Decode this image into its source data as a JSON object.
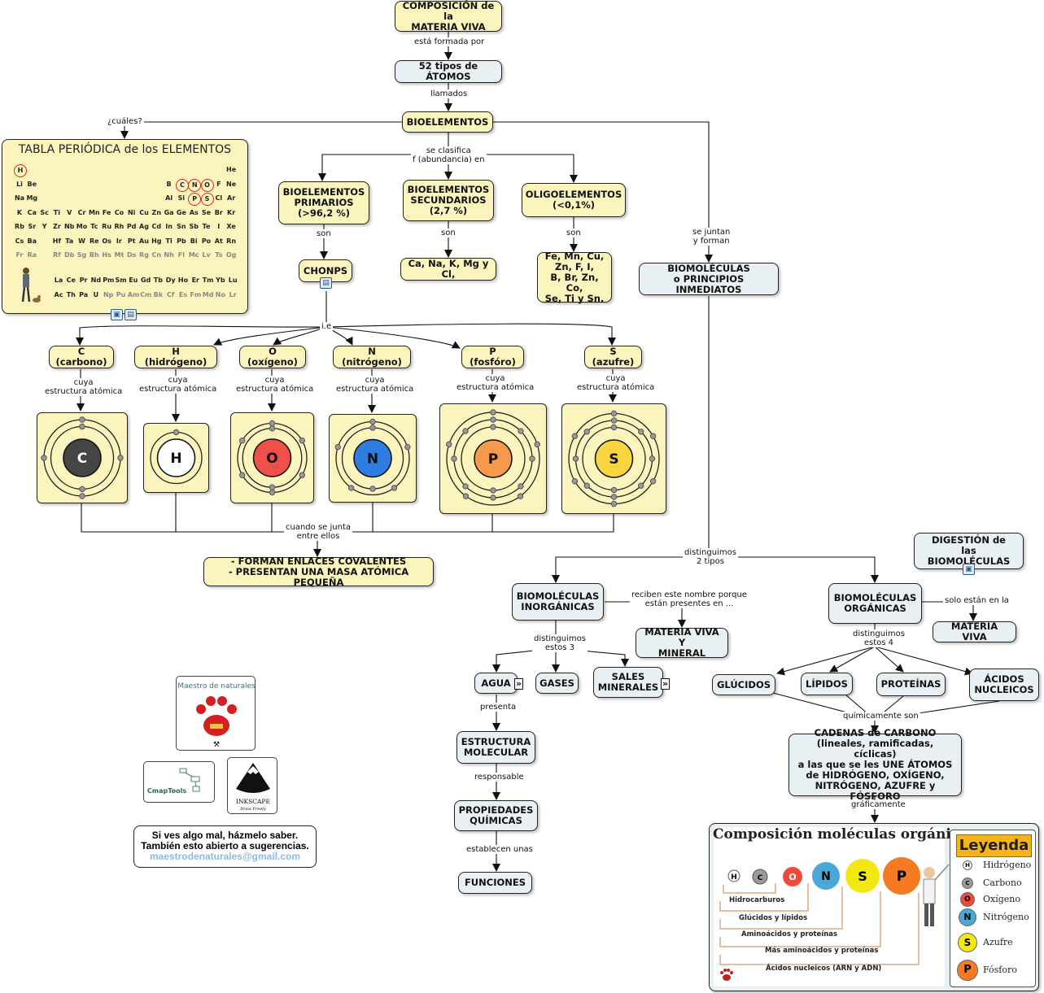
{
  "nodes": {
    "composicion": "COMPOSICIÓN de la\nMATERIA VIVA",
    "atomos": "52 tipos de ÁTOMOS",
    "bioelementos": "BIOELEMENTOS",
    "primarios": "BIOELEMENTOS\nPRIMARIOS\n(>96,2 %)",
    "secundarios": "BIOELEMENTOS\nSECUNDARIOS\n(2,7 %)",
    "oligo": "OLIGOELEMENTOS\n(<0,1%)",
    "chonps": "CHONPS",
    "secundarios_list": "Ca, Na, K, Mg y Cl,",
    "oligo_list": "Fe, Mn, Cu,\nZn, F, I,\nB, Br, Zn, Co,\nSe, Ti y Sn.",
    "biomoleculas": "BIOMOLÉCULAS\no PRINCIPIOS INMEDIATOS",
    "carbono": "C (carbono)",
    "hidrogeno": "H  (hidrógeno)",
    "oxigeno": "O (oxígeno)",
    "nitrogeno": "N (nitrógeno)",
    "fosforo": "P (fosfóro)",
    "azufre": "S (azufre)",
    "covalentes": "- FORMAN ENLACES COVALENTES\n- PRESENTAN UNA MASA ATÓMICA PEQUEÑA",
    "digestion": "DIGESTIÓN de\nlas BIOMOLÉCULAS",
    "inorganicas": "BIOMOLÉCULAS\nINORGÁNICAS",
    "organicas": "BIOMOLÉCULAS\nORGÁNICAS",
    "mv_mineral": "MATERIA VIVA Y\nMINERAL",
    "materia_viva": "MATERIA VIVA",
    "agua": "AGUA",
    "gases": "GASES",
    "sales": "SALES\nMINERALES",
    "estructura": "ESTRUCTURA\nMOLECULAR",
    "propiedades": "PROPIEDADES\nQUÍMICAS",
    "funciones": "FUNCIONES",
    "glucidos": "GLÚCIDOS",
    "lipidos": "LÍPIDOS",
    "proteinas": "PROTEÍNAS",
    "acidos": "ÁCIDOS\nNUCLEICOS",
    "cadenas": "CADENAS de CARBONO\n(lineales, ramificadas, cíclicas)\na las que se les UNE ÁTOMOS\nde HIDRÓGENO, OXÍGENO,\nNITRÓGENO, AZUFRE y FÓSFORO"
  },
  "labels": {
    "formada": "está formada por",
    "llamados": "llamados",
    "cuales": "¿cuáles?",
    "clasifica": "se clasifica\nf (abundancia) en",
    "son1": "son",
    "son2": "son",
    "son3": "son",
    "juntan": "se juntan\ny forman",
    "ie": "i.e",
    "cuya1": "cuya\nestructura atómica",
    "cuya2": "cuya\nestructura atómica",
    "cuya3": "cuya\nestructura atómica",
    "cuya4": "cuya\nestructura atómica",
    "cuya5": "cuya\nestructura atómica",
    "cuya6": "cuya\nestructura atómica",
    "junta": "cuando se junta\nentre ellos",
    "distinguimos2": "distinguimos\n2 tipos",
    "reciben": "reciben este nombre porque\nestán presentes en ...",
    "solo": "solo están en la",
    "dist3": "distinguimos\nestos  3",
    "dist4": "distinguimos\nestos 4",
    "presenta": "presenta",
    "responsable": "responsable",
    "establecen": "establecen unas",
    "quimicamente": "químicamente son",
    "graficamente": "gráficamente"
  },
  "atoms": [
    {
      "symbol": "C",
      "color": "#454545",
      "text_color": "#ffffff"
    },
    {
      "symbol": "H",
      "color": "#ffffff",
      "text_color": "#111111"
    },
    {
      "symbol": "O",
      "color": "#f0504a",
      "text_color": "#111111"
    },
    {
      "symbol": "N",
      "color": "#2f7de1",
      "text_color": "#111111"
    },
    {
      "symbol": "P",
      "color": "#f59a4a",
      "text_color": "#111111"
    },
    {
      "symbol": "S",
      "color": "#f8d43e",
      "text_color": "#111111"
    }
  ],
  "periodic_table": {
    "title": "TABLA PERIÓDICA de los ELEMENTOS",
    "rows": [
      [
        "H",
        "",
        "",
        "",
        "",
        "",
        "",
        "",
        "",
        "",
        "",
        "",
        "",
        "",
        "",
        "",
        "",
        "He"
      ],
      [
        "Li",
        "Be",
        "",
        "",
        "",
        "",
        "",
        "",
        "",
        "",
        "",
        "",
        "B",
        "C",
        "N",
        "O",
        "F",
        "Ne"
      ],
      [
        "Na",
        "Mg",
        "",
        "",
        "",
        "",
        "",
        "",
        "",
        "",
        "",
        "",
        "Al",
        "Si",
        "P",
        "S",
        "Cl",
        "Ar"
      ],
      [
        "K",
        "Ca",
        "Sc",
        "Ti",
        "V",
        "Cr",
        "Mn",
        "Fe",
        "Co",
        "Ni",
        "Cu",
        "Zn",
        "Ga",
        "Ge",
        "As",
        "Se",
        "Br",
        "Kr"
      ],
      [
        "Rb",
        "Sr",
        "Y",
        "Zr",
        "Nb",
        "Mo",
        "Tc",
        "Ru",
        "Rh",
        "Pd",
        "Ag",
        "Cd",
        "In",
        "Sn",
        "Sb",
        "Te",
        "I",
        "Xe"
      ],
      [
        "Cs",
        "Ba",
        "",
        "Hf",
        "Ta",
        "W",
        "Re",
        "Os",
        "Ir",
        "Pt",
        "Au",
        "Hg",
        "Tl",
        "Pb",
        "Bi",
        "Po",
        "At",
        "Rn"
      ],
      [
        "Fr",
        "Ra",
        "",
        "Rf",
        "Db",
        "Sg",
        "Bh",
        "Hs",
        "Mt",
        "Ds",
        "Rg",
        "Cn",
        "Nh",
        "Fl",
        "Mc",
        "Lv",
        "Ts",
        "Og"
      ]
    ],
    "lanthanides": [
      "La",
      "Ce",
      "Pr",
      "Nd",
      "Pm",
      "Sm",
      "Eu",
      "Gd",
      "Tb",
      "Dy",
      "Ho",
      "Er",
      "Tm",
      "Yb",
      "Lu"
    ],
    "actinides": [
      "Ac",
      "Th",
      "Pa",
      "U",
      "Np",
      "Pu",
      "Am",
      "Cm",
      "Bk",
      "Cf",
      "Es",
      "Fm",
      "Md",
      "No",
      "Lr"
    ]
  },
  "composition": {
    "title": "Composición moléculas orgánicas",
    "legend_title": "Leyenda",
    "legend": [
      {
        "symbol": "H",
        "name": "Hidrógeno",
        "color": "#ffffff"
      },
      {
        "symbol": "C",
        "name": "Carbono",
        "color": "#9a9a9a"
      },
      {
        "symbol": "O",
        "name": "Oxígeno",
        "color": "#f04a3a"
      },
      {
        "symbol": "N",
        "name": "Nitrógeno",
        "color": "#4aa8d8"
      },
      {
        "symbol": "S",
        "name": "Azufre",
        "color": "#f3e814"
      },
      {
        "symbol": "P",
        "name": "Fósforo",
        "color": "#f57a22"
      }
    ],
    "bars": [
      "Hidrocarburos",
      "Glúcidos y lípidos",
      "Aminoácidos y proteínas",
      "Más aminoácidos y proteínas",
      "Ácidos nucleicos (ARN y ADN)"
    ]
  },
  "logos": {
    "maestro": "Maestro de naturales",
    "cmap": "CmapTools",
    "inkscape": "INKSCAPE",
    "inkscape_sub": "Draw Freely"
  },
  "notice": {
    "line1": "Si ves algo mal, házmelo saber.",
    "line2": "También esto abierto a sugerencias.",
    "email": "maestrodenaturales@gmail.com"
  }
}
